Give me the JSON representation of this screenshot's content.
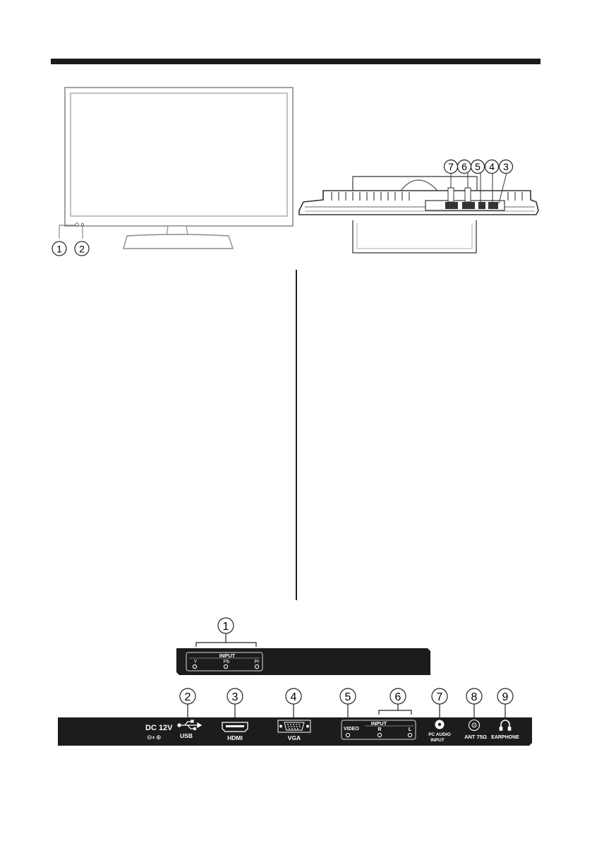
{
  "callouts": {
    "front": [
      "1",
      "2"
    ],
    "side": [
      "7",
      "6",
      "5",
      "4",
      "3"
    ],
    "side_panel_top": "1",
    "rear": [
      "2",
      "3",
      "4",
      "5",
      "6",
      "7",
      "8",
      "9"
    ]
  },
  "side_panel": {
    "group_label": "INPUT",
    "jacks": [
      "Y",
      "Pb",
      "Pr"
    ]
  },
  "rear_panel": {
    "dc_label": "DC  12V",
    "dc_polarity": "⊖◐⊕",
    "usb": "USB",
    "hdmi": "HDMI",
    "vga": "VGA",
    "input_label": "INPUT",
    "video": "VIDEO",
    "r": "R",
    "l": "L",
    "pc_audio_1": "PC  AUDIO",
    "pc_audio_2": "INPUT",
    "ant": "ANT 75Ω",
    "earphone": "EARPHONE"
  },
  "colors": {
    "ink": "#1a1a1a",
    "panel": "#1c1c1c",
    "line": "#9a9a9a"
  }
}
